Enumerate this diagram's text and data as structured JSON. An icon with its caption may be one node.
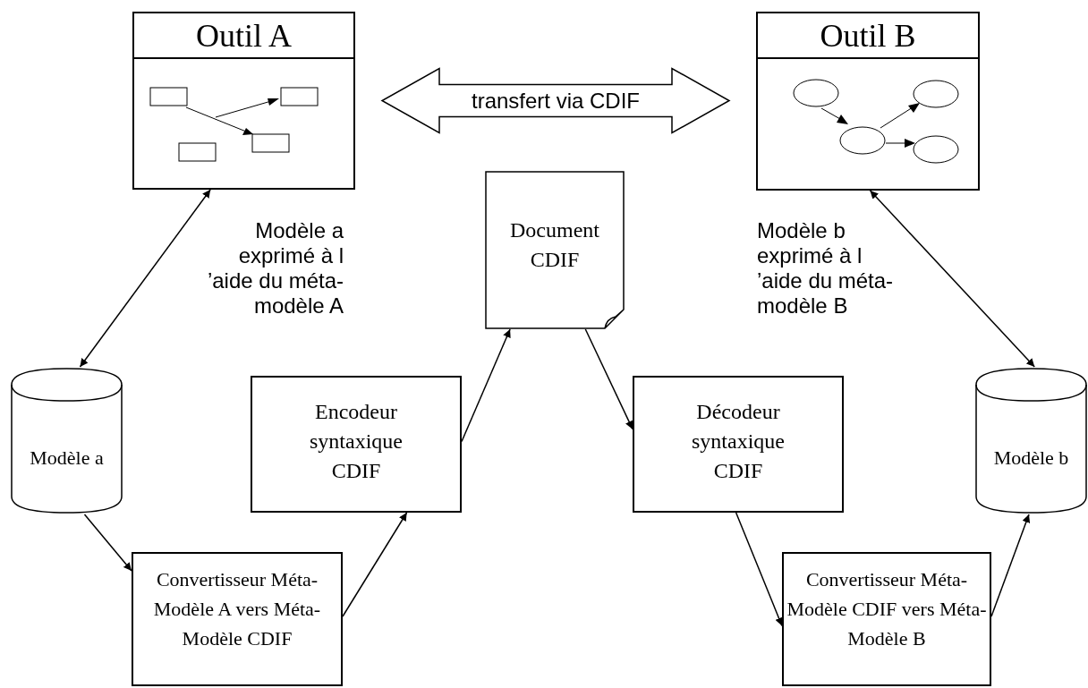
{
  "diagram": {
    "nodes": [
      {
        "text": [
          "Outil A"
        ]
      },
      {
        "text": [
          "Outil B"
        ]
      },
      {
        "text": [
          "Document CDIF"
        ]
      },
      {
        "text": [
          "Modèle a"
        ]
      },
      {
        "text": [
          "Encodeur syntaxique CDIF"
        ]
      },
      {
        "text": [
          "Décodeur syntaxique CDIF"
        ]
      },
      {
        "text": [
          "Modèle b"
        ]
      },
      {
        "text": [
          "Convertisseur Méta-Modèle A vers Méta-Modèle CDIF"
        ]
      },
      {
        "text": [
          "Convertisseur Méta-Modèle CDIF vers Méta-Modèle B"
        ]
      }
    ],
    "edges": [
      {
        "from": 0,
        "to": 3,
        "arrow": "both",
        "label": "Modèle a exprimé à l ’aide du méta-modèle A"
      },
      {
        "from": 1,
        "to": 6,
        "arrow": "both",
        "label": "Modèle b exprimé à l ’aide du méta-modèle B"
      },
      {
        "from": 3,
        "to": 7,
        "arrow": "to"
      },
      {
        "from": 7,
        "to": 4,
        "arrow": "to"
      },
      {
        "from": 4,
        "to": 2,
        "arrow": "to"
      },
      {
        "from": 2,
        "to": 5,
        "arrow": "to"
      },
      {
        "from": 5,
        "to": 8,
        "arrow": "to"
      },
      {
        "from": 8,
        "to": 6,
        "arrow": "to"
      },
      {
        "from": 0,
        "to": 1,
        "arrow": "both",
        "label": "transfert via CDIF",
        "style": "thick"
      }
    ]
  }
}
